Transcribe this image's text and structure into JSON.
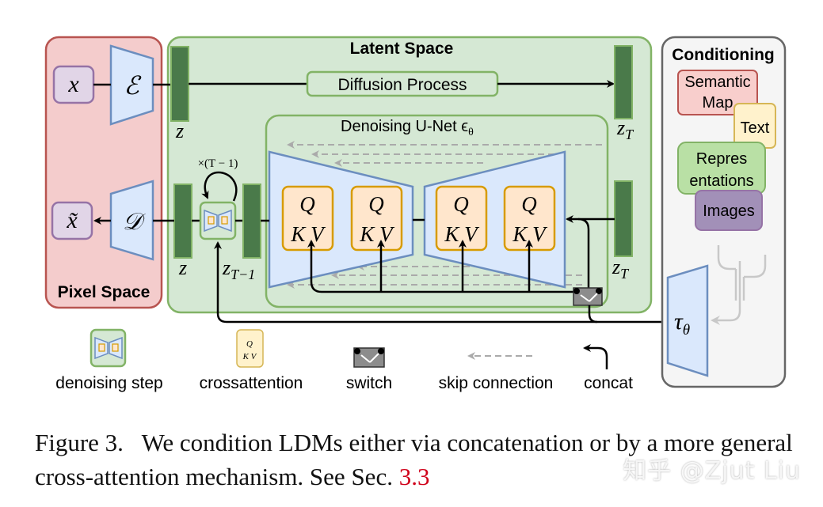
{
  "diagram": {
    "pixel_space": {
      "label": "Pixel Space",
      "x": "x",
      "x_tilde": "x̃",
      "encoder": "ℰ",
      "decoder": "𝒟"
    },
    "latent_space": {
      "label": "Latent Space",
      "diffusion_process": "Diffusion Process",
      "z_top": "z",
      "z_T_top": "z",
      "z_T_sub": "T",
      "z_bottom": "z",
      "z_T_bottom": "z",
      "z_T1": "z",
      "z_T1_sub": "T−1",
      "repeat": "×(T − 1)",
      "unet_label": "Denoising U-Net ϵ",
      "unet_sub": "θ",
      "attention_blocks": [
        {
          "q": "Q",
          "kv": "K V"
        },
        {
          "q": "Q",
          "kv": "K V"
        },
        {
          "q": "Q",
          "kv": "K V"
        },
        {
          "q": "Q",
          "kv": "K V"
        }
      ]
    },
    "conditioning": {
      "label": "Conditioning",
      "items": [
        "Semantic",
        "Map",
        "Text",
        "Repres",
        "entations",
        "Images"
      ],
      "tau": "τ",
      "tau_sub": "θ"
    },
    "legend": [
      {
        "name": "denoising step"
      },
      {
        "name": "crossattention",
        "q": "Q",
        "kv": "K V"
      },
      {
        "name": "switch"
      },
      {
        "name": "skip connection"
      },
      {
        "name": "concat"
      }
    ],
    "colors": {
      "pixel_fill": "#f4cccc",
      "pixel_stroke": "#b85450",
      "latent_fill": "#d5e8d4",
      "latent_stroke": "#82b366",
      "cond_fill": "#f5f5f5",
      "cond_stroke": "#666666",
      "unet_fill": "#dae8fc",
      "unet_stroke": "#6c8ebf",
      "attn_fill": "#ffe6cc",
      "attn_stroke": "#d79b00",
      "latent_bar": "#4a7a4a",
      "text_fill": "#fff2cc",
      "text_stroke": "#d6b656",
      "repr_fill": "#b9e0a5",
      "images_fill": "#a290b8",
      "caption_ref": "#d0021b"
    }
  },
  "caption": {
    "prefix": "Figure 3.",
    "text": "We condition LDMs either via concatenation or by a more general cross-attention mechanism. See Sec.",
    "ref": "3.3"
  },
  "watermark": "知乎 @Zjut Liu"
}
